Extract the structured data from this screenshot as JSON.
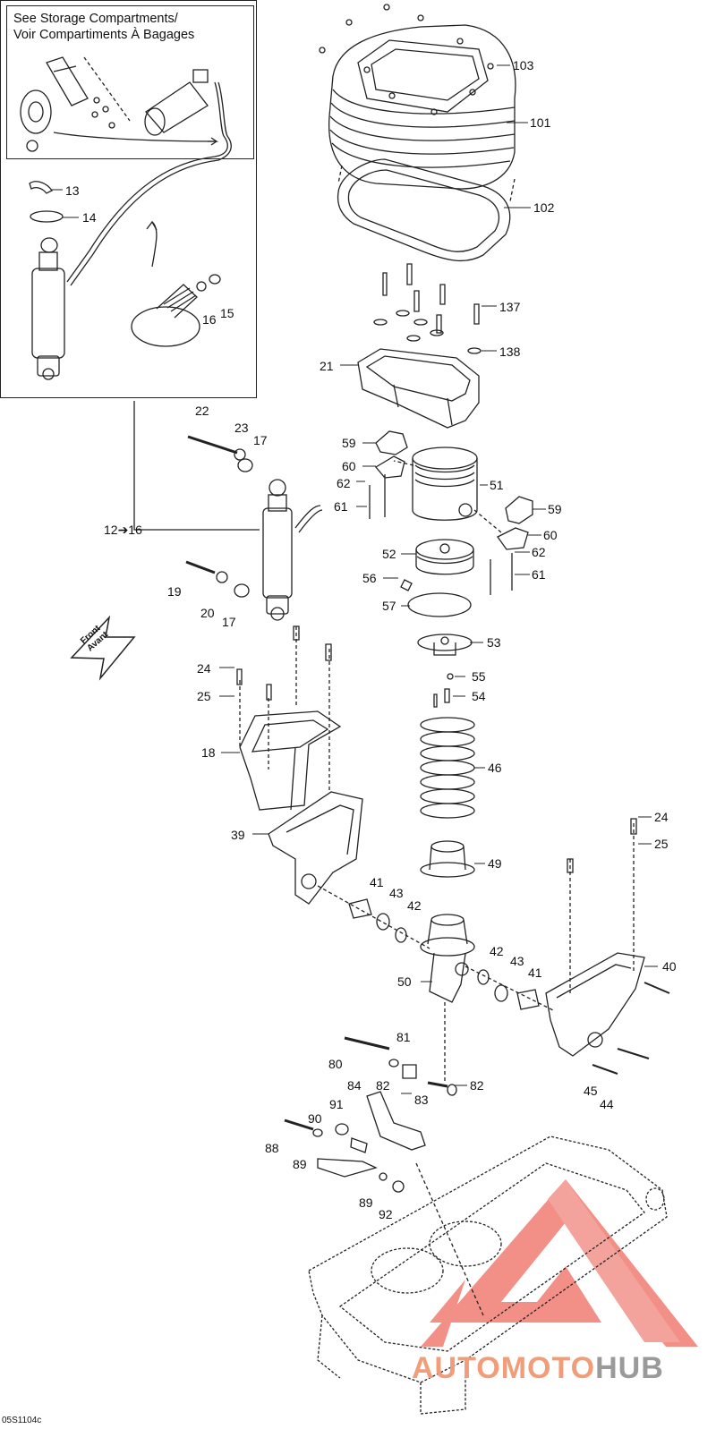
{
  "inset": {
    "title_line1": "See Storage Compartments/",
    "title_line2": "Voir Compartiments À Bagages",
    "range_label": "12➔16"
  },
  "callouts": {
    "c103": "103",
    "c101": "101",
    "c102": "102",
    "c137": "137",
    "c138": "138",
    "c21": "21",
    "c13": "13",
    "c14": "14",
    "c16a": "16",
    "c15": "15",
    "c22": "22",
    "c23": "23",
    "c17a": "17",
    "c59a": "59",
    "c60a": "60",
    "c62a": "62",
    "c61a": "61",
    "c51": "51",
    "c59b": "59",
    "c60b": "60",
    "c62b": "62",
    "c61b": "61",
    "c19": "19",
    "c20": "20",
    "c17b": "17",
    "c52": "52",
    "c56": "56",
    "c57": "57",
    "c53": "53",
    "c55": "55",
    "c54": "54",
    "c24a": "24",
    "c25a": "25",
    "c18": "18",
    "c46": "46",
    "c39": "39",
    "c24b": "24",
    "c25b": "25",
    "c49": "49",
    "c41a": "41",
    "c43a": "43",
    "c42a": "42",
    "c50": "50",
    "c42b": "42",
    "c43b": "43",
    "c41b": "41",
    "c40": "40",
    "c81": "81",
    "c80": "80",
    "c82a": "82",
    "c82b": "82",
    "c83": "83",
    "c84": "84",
    "c45": "45",
    "c44": "44",
    "c91": "91",
    "c90": "90",
    "c88": "88",
    "c89a": "89",
    "c89b": "89",
    "c92": "92"
  },
  "front_arrow": {
    "line1": "Front",
    "line2": "Avant"
  },
  "footer_code": "05S1104c",
  "watermark": {
    "part1": "AUTO",
    "part2": "MOTO",
    "part3": "HUB",
    "color_primary": "#f29d7a",
    "color_secondary": "#9a9a9a"
  },
  "colors": {
    "line": "#222222",
    "watermark_red": "#ee6b60"
  }
}
